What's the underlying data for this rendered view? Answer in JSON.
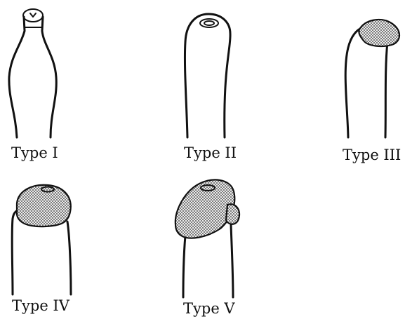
{
  "figure": {
    "types": [
      {
        "id": "type-1",
        "label": "Type I"
      },
      {
        "id": "type-2",
        "label": "Type II"
      },
      {
        "id": "type-3",
        "label": "Type III"
      },
      {
        "id": "type-4",
        "label": "Type IV"
      },
      {
        "id": "type-5",
        "label": "Type V"
      }
    ]
  }
}
